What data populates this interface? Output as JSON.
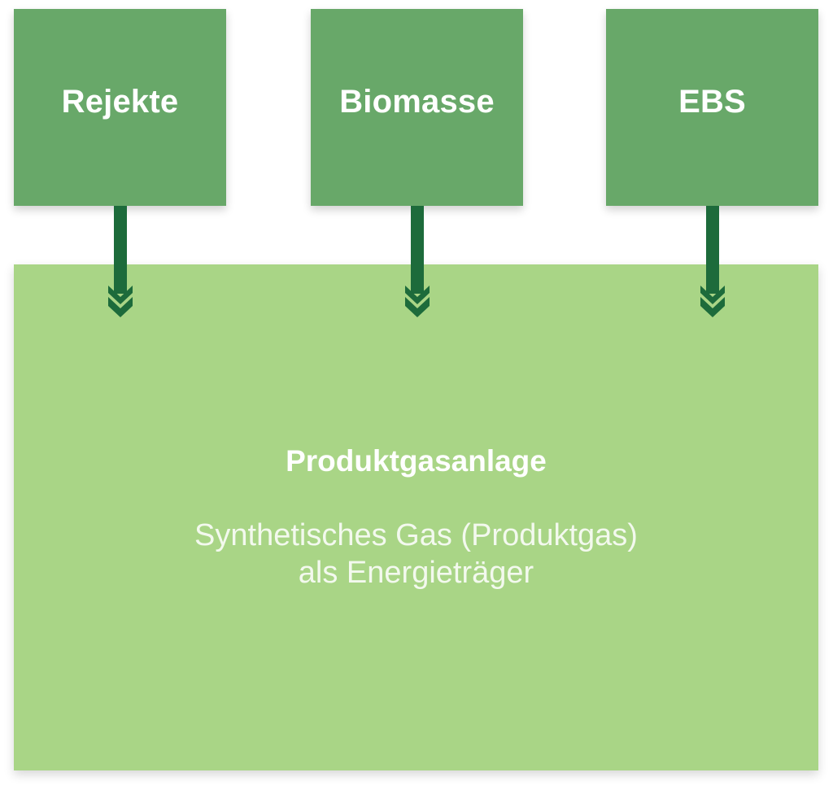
{
  "colors": {
    "source_box": "#68a869",
    "main_box": "#a9d586",
    "arrow": "#1d6b3b",
    "text": "#ffffff"
  },
  "sources": [
    {
      "label": "Rejekte"
    },
    {
      "label": "Biomasse"
    },
    {
      "label": "EBS"
    }
  ],
  "main": {
    "title": "Produktgasanlage",
    "subtitle_line1": "Synthetisches Gas (Produktgas)",
    "subtitle_line2": "als Energieträger"
  },
  "arrows": [
    {
      "from": "Rejekte",
      "to": "Produktgasanlage",
      "icon": "double-chevron-down"
    },
    {
      "from": "Biomasse",
      "to": "Produktgasanlage",
      "icon": "double-chevron-down"
    },
    {
      "from": "EBS",
      "to": "Produktgasanlage",
      "icon": "double-chevron-down"
    }
  ]
}
